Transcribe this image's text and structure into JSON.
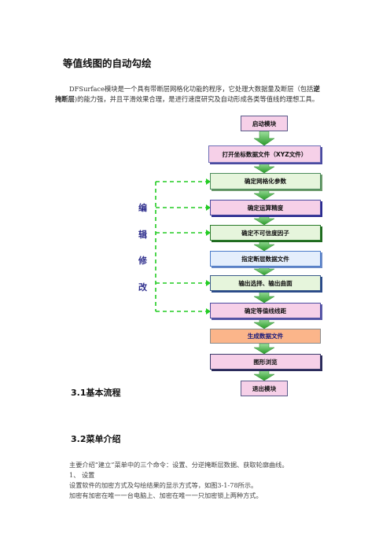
{
  "title": "等值线图的自动勾绘",
  "intro": {
    "line1_plain": "DFSurface模块是一个具有带断层网格化功能的程序，它处理大数据量及断层（包括",
    "line1_bold": "逆",
    "line2_bold": "掩断层",
    "line2_plain": ")的能力强，并且平滑效果合理，是进行速度研究及自动形成各类等值线的理想工具。"
  },
  "flowchart": {
    "start": "启动模块",
    "steps": [
      "打开坐标数据文件（XYZ文件）",
      "确定网格化参数",
      "确定运算精度",
      "确定不可信度因子",
      "指定断层数据文件",
      "输出选择、输出曲面",
      "确定等值线线距",
      "生成数据文件",
      "图形浏览"
    ],
    "end": "退出模块",
    "edit_label": [
      "编",
      "辑",
      "修",
      "改"
    ]
  },
  "colors": {
    "arrow_green": "#3aaa3a",
    "dashed_green": "#22cc22",
    "edit_text": "#2d2d8c"
  },
  "section1": "3.1基本流程",
  "section2": "3.2菜单介绍",
  "body": {
    "p1": "主要介绍“建立”菜单中的三个命令：设置、分逆掩断层数据、获取轮廓曲线。",
    "p2": "1、 设置",
    "p3": "设置软件的加密方式及勾绘结果的显示方式等，如图3-1-78所示。",
    "p4": "加密有加密在唯一一台电脑上、加密在唯一一只加密锁上两种方式。"
  }
}
